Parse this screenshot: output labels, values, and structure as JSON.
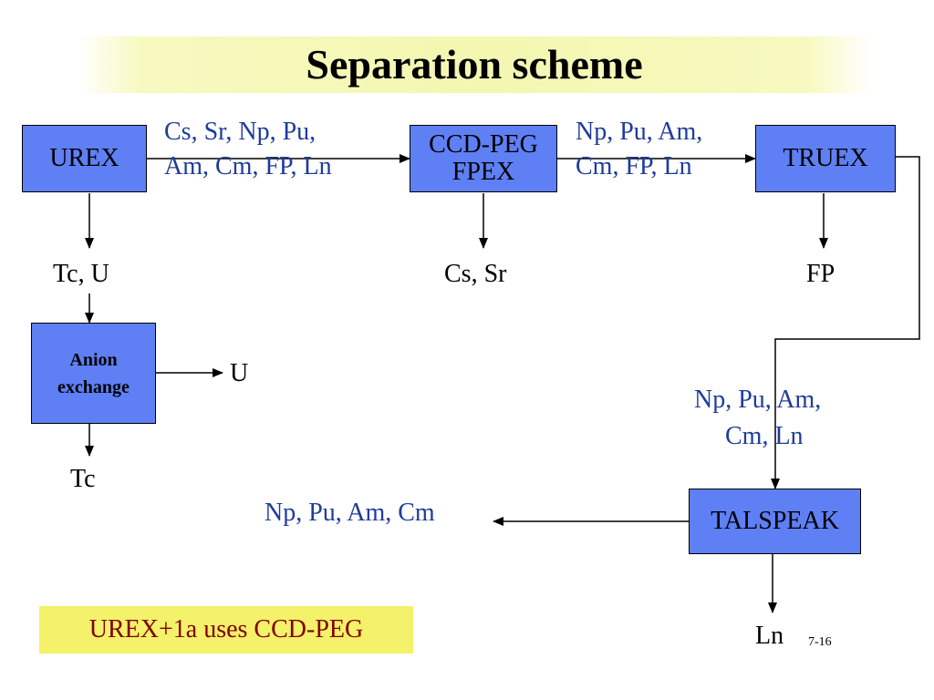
{
  "title": "Separation scheme",
  "colors": {
    "box_fill": "#5f7ff5",
    "flow_text": "#1f3c9a",
    "note_fill": "#f4f16a",
    "note_text": "#800000",
    "title_band": "#f4f7b0"
  },
  "boxes": {
    "urex": "UREX",
    "ccd_line1": "CCD-PEG",
    "ccd_line2": "FPEX",
    "truex": "TRUEX",
    "anion_line1": "Anion",
    "anion_line2": "exchange",
    "talspeak": "TALSPEAK"
  },
  "flows": {
    "urex_to_ccd_line1": "Cs, Sr, Np, Pu,",
    "urex_to_ccd_line2": "Am, Cm, FP, Ln",
    "ccd_to_truex_line1": "Np, Pu, Am,",
    "ccd_to_truex_line2": "Cm, FP, Ln",
    "truex_to_talspeak_line1": "Np, Pu, Am,",
    "truex_to_talspeak_line2": "Cm, Ln",
    "talspeak_out": "Np, Pu, Am, Cm"
  },
  "outputs": {
    "urex_out": "Tc, U",
    "ccd_out": "Cs, Sr",
    "truex_out": "FP",
    "anion_side": "U",
    "anion_out": "Tc",
    "talspeak_down": "Ln"
  },
  "note": "UREX+1a uses CCD-PEG",
  "page_number": "7-16"
}
